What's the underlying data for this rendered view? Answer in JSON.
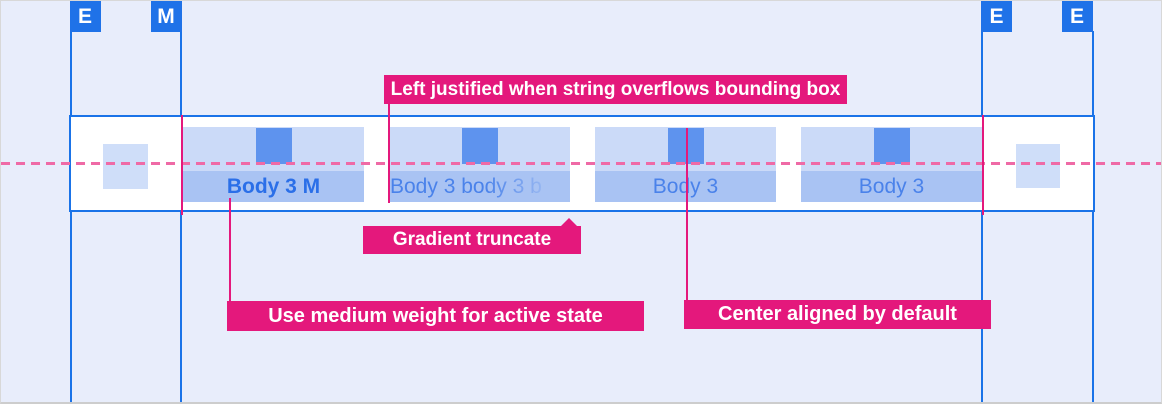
{
  "markers": [
    {
      "label": "E"
    },
    {
      "label": "M"
    },
    {
      "label": "E"
    },
    {
      "label": "E"
    }
  ],
  "tabbar": {
    "tabs": [
      {
        "label": "Body 3 M",
        "state": "active",
        "align": "center"
      },
      {
        "label": "Body 3 body 3 b",
        "state": "default",
        "align": "left",
        "truncated": true
      },
      {
        "label": "Body 3",
        "state": "default",
        "align": "center"
      },
      {
        "label": "Body 3",
        "state": "default",
        "align": "center"
      }
    ]
  },
  "annotations": {
    "left_justified": "Left justified when string overflows bounding box",
    "gradient_truncate": "Gradient truncate",
    "medium_weight": "Use medium weight for active state",
    "center_aligned": "Center aligned by default"
  },
  "colors": {
    "background": "#e8edfb",
    "guide_blue": "#1a73e8",
    "tab_fill": "#cbdaf8",
    "tab_label_row": "#a9c3f3",
    "tab_glyph": "#5e93ee",
    "active_text": "#2b6fe8",
    "inactive_text": "#4a82ea",
    "annotation_magenta": "#e4187c",
    "dashed_pink": "#ef6aa6"
  }
}
